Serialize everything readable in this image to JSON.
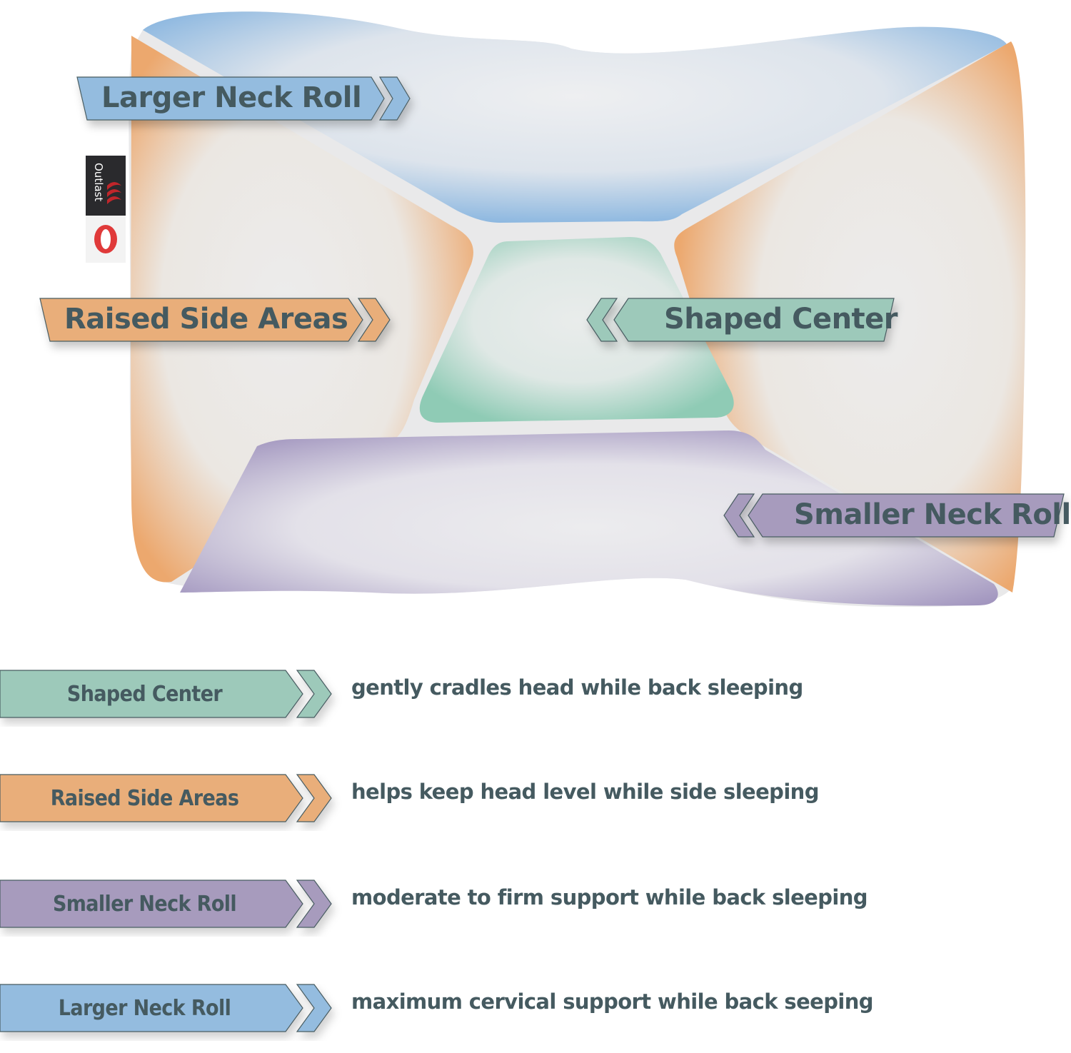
{
  "colors": {
    "text": "#455a60",
    "shaped_center": "#9dc9ba",
    "raised_side_areas": "#e9ae7a",
    "smaller_neck_roll": "#a79bbd",
    "larger_neck_roll": "#94bcdf",
    "outline": "#4a5d62",
    "pillow_base": "#ebebec"
  },
  "pillow": {
    "brand_tag": "Outlast"
  },
  "callouts": [
    {
      "id": "larger-neck-roll",
      "label": "Larger Neck Roll",
      "direction": "right"
    },
    {
      "id": "raised-side-areas",
      "label": "Raised Side Areas",
      "direction": "right"
    },
    {
      "id": "shaped-center",
      "label": "Shaped Center",
      "direction": "left"
    },
    {
      "id": "smaller-neck-roll",
      "label": "Smaller Neck Roll",
      "direction": "left"
    }
  ],
  "legend": [
    {
      "label": "Shaped Center",
      "description": "gently cradles head while back sleeping"
    },
    {
      "label": "Raised Side Areas",
      "description": "helps keep head level while side sleeping"
    },
    {
      "label": "Smaller Neck Roll",
      "description": "moderate to firm support while back sleeping"
    },
    {
      "label": "Larger Neck Roll",
      "description": "maximum cervical support while back seeping"
    }
  ]
}
